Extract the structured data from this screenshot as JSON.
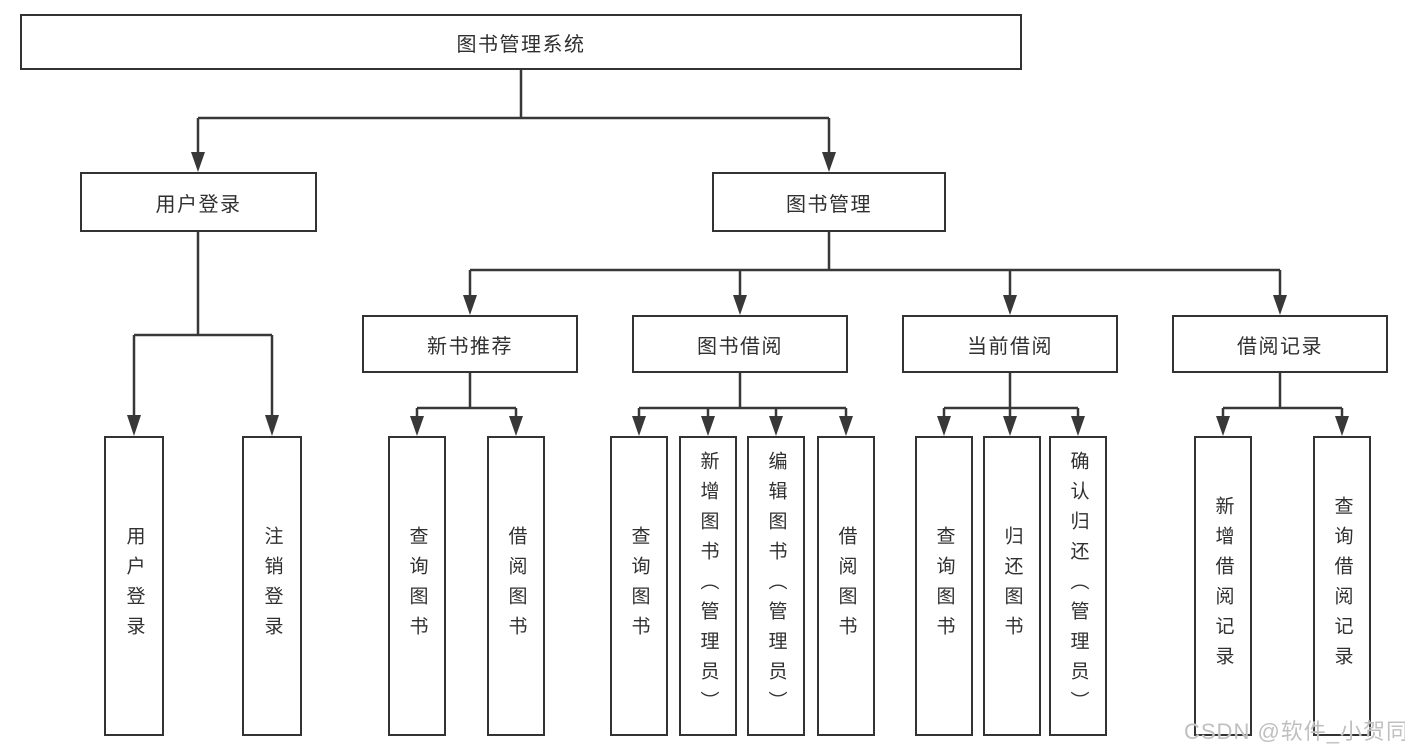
{
  "diagram": {
    "root": "图书管理系统",
    "branches": [
      {
        "label": "用户登录",
        "children": [
          "用户登录",
          "注销登录"
        ]
      },
      {
        "label": "图书管理",
        "children": [
          {
            "label": "新书推荐",
            "children": [
              "查询图书",
              "借阅图书"
            ]
          },
          {
            "label": "图书借阅",
            "children": [
              "查询图书",
              "新增图书（管理员）",
              "编辑图书（管理员）",
              "借阅图书"
            ]
          },
          {
            "label": "当前借阅",
            "children": [
              "查询图书",
              "归还图书",
              "确认归还（管理员）"
            ]
          },
          {
            "label": "借阅记录",
            "children": [
              "新增借阅记录",
              "查询借阅记录"
            ]
          }
        ]
      }
    ]
  },
  "watermark": "CSDN @软件_小贺同学",
  "colors": {
    "line": "#383838",
    "border": "#333333",
    "text": "#303030",
    "watermark": "#c0c0c0",
    "background": "#ffffff"
  }
}
